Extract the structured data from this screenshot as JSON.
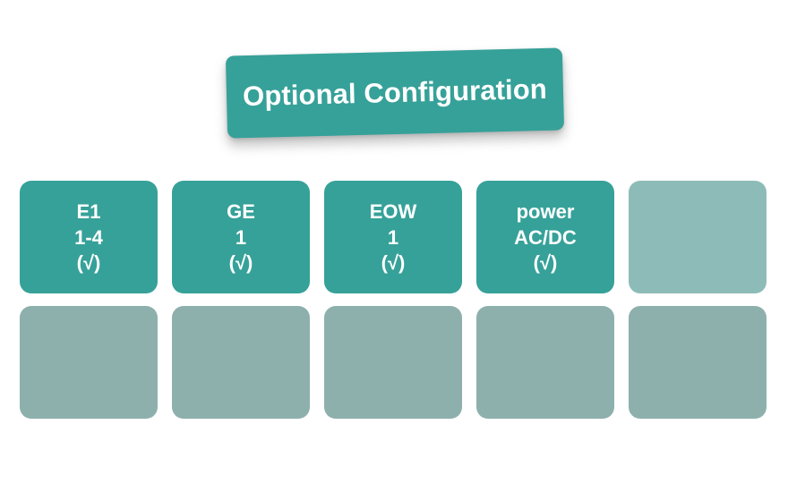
{
  "banner": {
    "title": "Optional Configuration",
    "bg_color": "#36a199",
    "text_color": "#ffffff"
  },
  "colors": {
    "background": "#ffffff",
    "card_active": "#36a199",
    "card_placeholder_light": "#8dbcb8",
    "card_placeholder_muted": "#8db0ad",
    "card_text": "#ffffff"
  },
  "grid": {
    "columns": 5,
    "rows": [
      {
        "name": "row-1",
        "cards": [
          {
            "state": "filled",
            "lines": [
              "E1",
              "1-4",
              "(√)"
            ]
          },
          {
            "state": "filled",
            "lines": [
              "GE",
              "1",
              "(√)"
            ]
          },
          {
            "state": "filled",
            "lines": [
              "EOW",
              "1",
              "(√)"
            ]
          },
          {
            "state": "filled",
            "lines": [
              "power",
              "AC/DC",
              "(√)"
            ]
          },
          {
            "state": "empty-light",
            "lines": []
          }
        ]
      },
      {
        "name": "row-2",
        "cards": [
          {
            "state": "empty-muted",
            "lines": []
          },
          {
            "state": "empty-muted",
            "lines": []
          },
          {
            "state": "empty-muted",
            "lines": []
          },
          {
            "state": "empty-muted",
            "lines": []
          },
          {
            "state": "empty-muted",
            "lines": []
          }
        ]
      }
    ]
  }
}
